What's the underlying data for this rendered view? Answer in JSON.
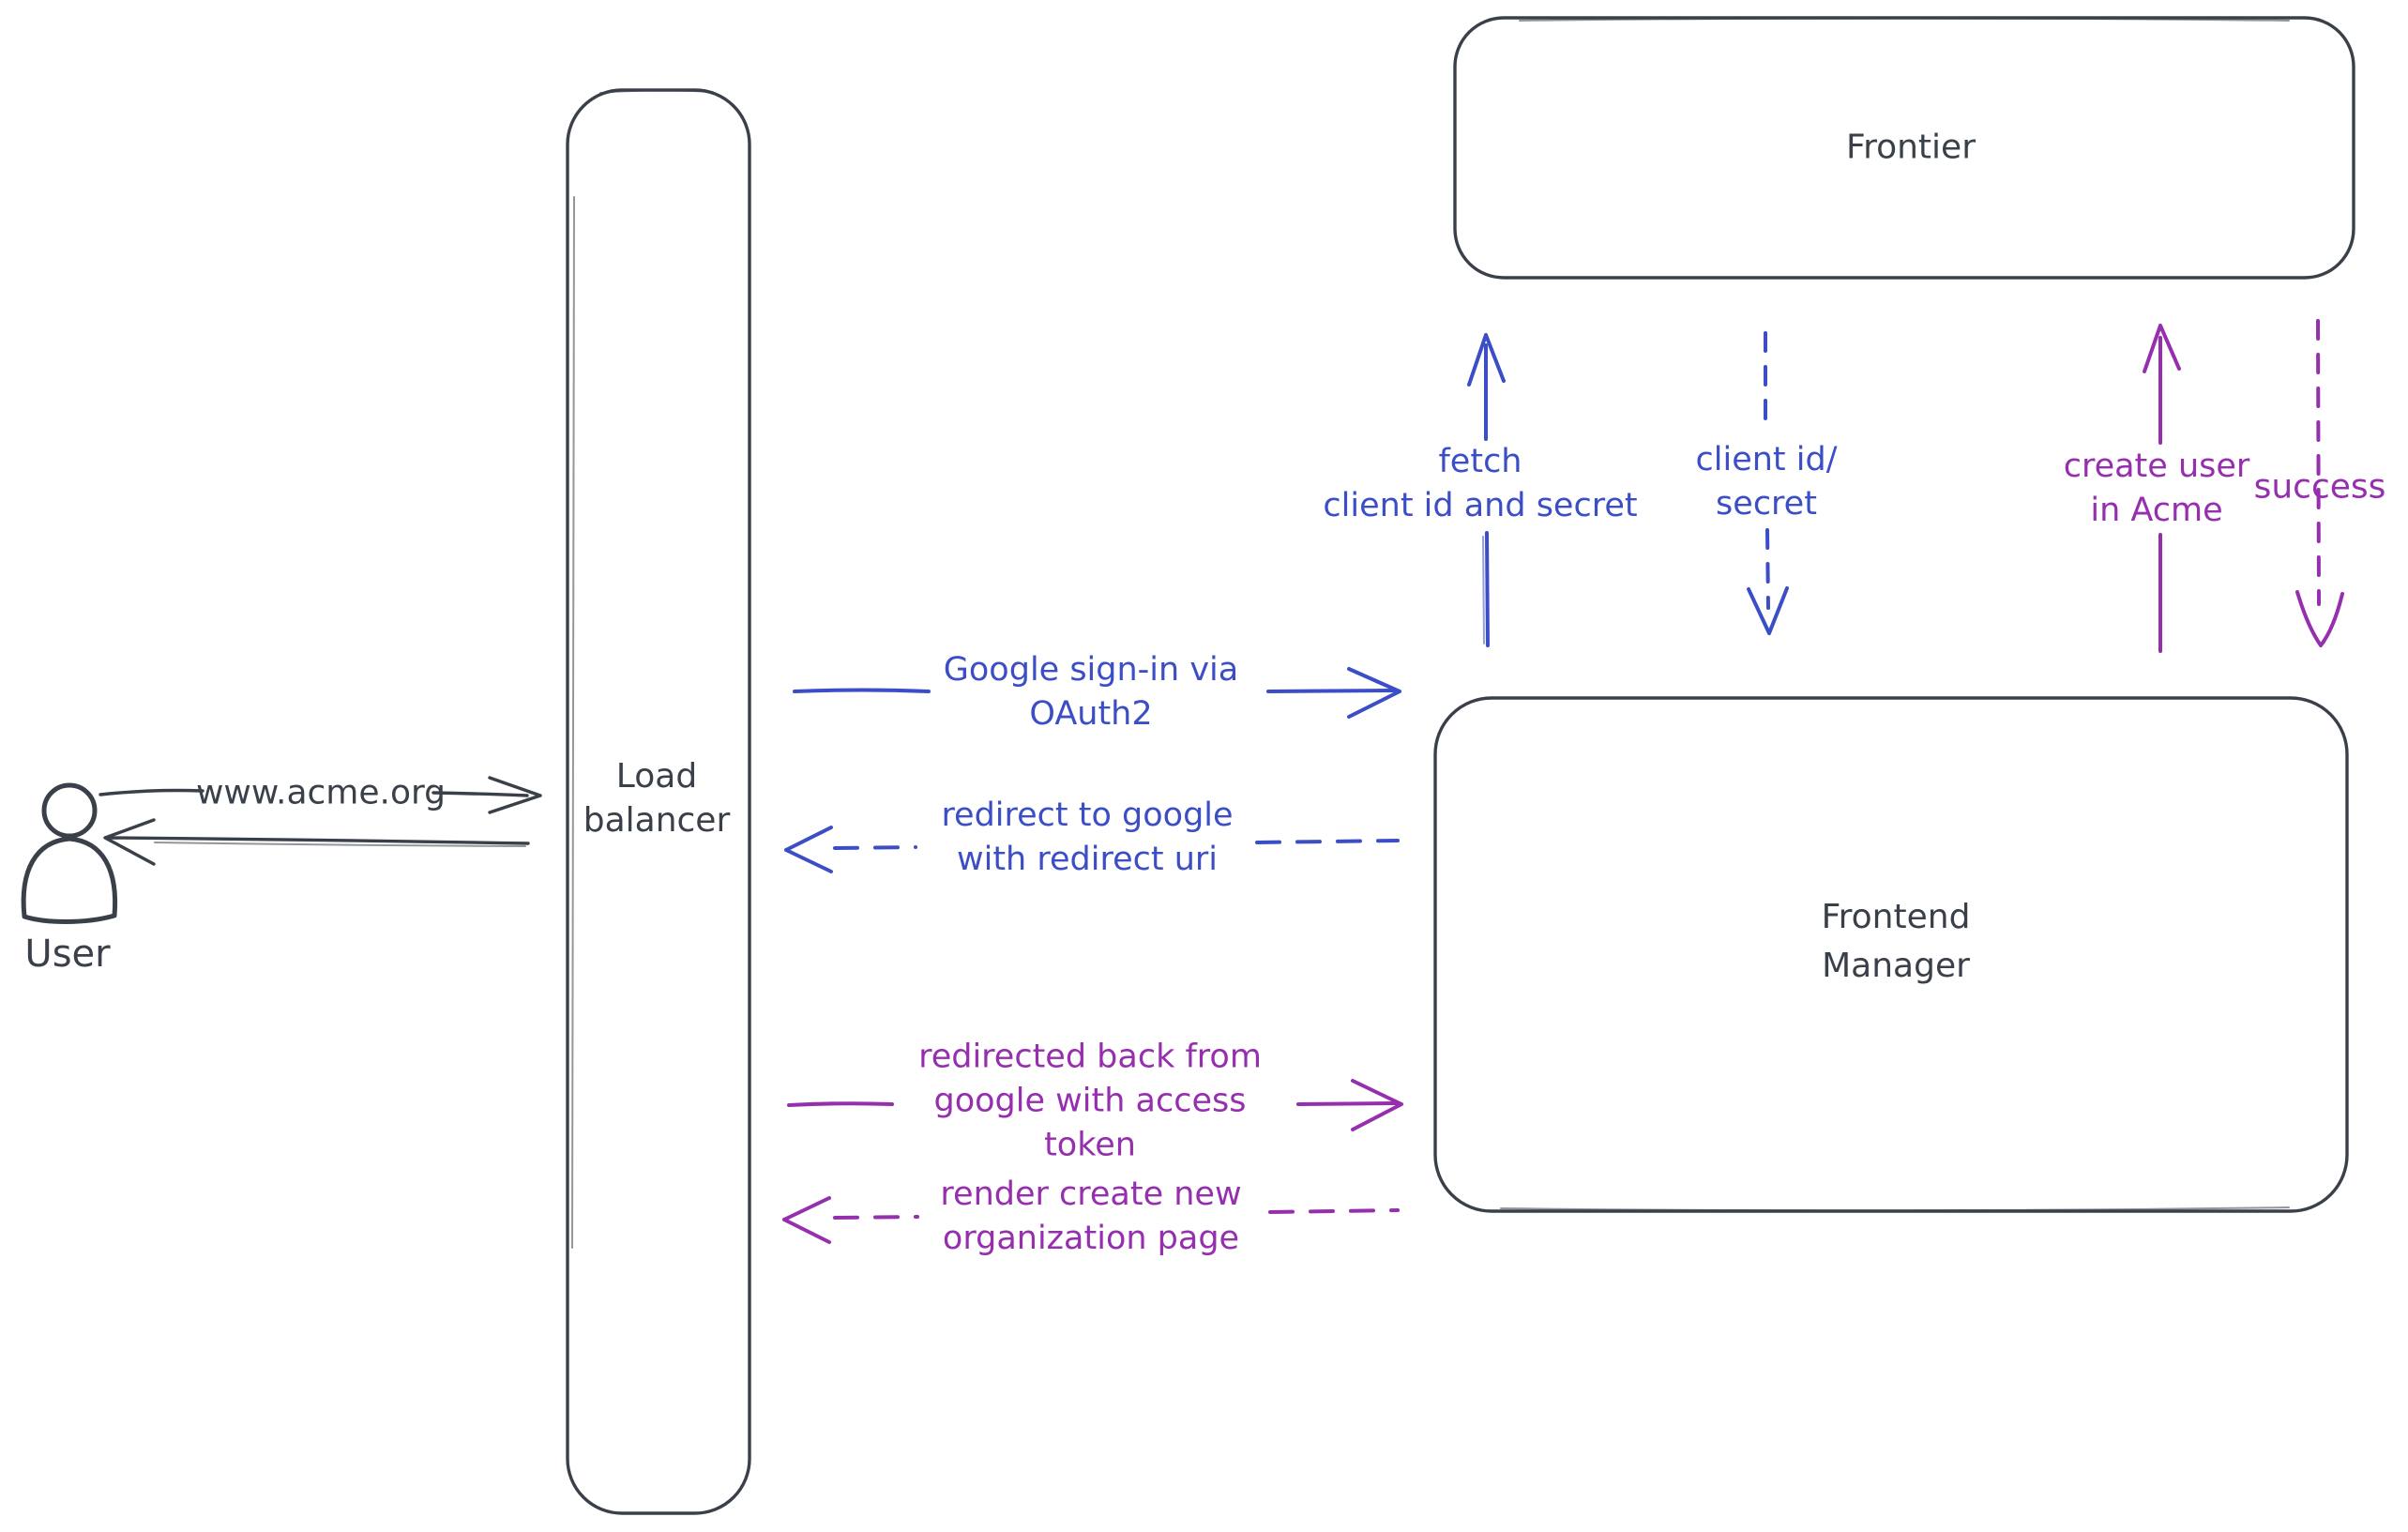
{
  "colors": {
    "ink": "#3a4049",
    "blue": "#3c4ec5",
    "purple": "#962fae",
    "hatch": "#ccd5df"
  },
  "nodes": {
    "user": {
      "label": "User"
    },
    "load_balancer": {
      "lines": [
        "Load",
        "balancer"
      ]
    },
    "frontier": {
      "label": "Frontier"
    },
    "frontend_manager": {
      "lines": [
        "Frontend",
        "Manager"
      ]
    }
  },
  "messages": {
    "www_acme": {
      "label": "www.acme.org",
      "from": "User",
      "to": "Load balancer",
      "style": "solid",
      "color": "ink"
    },
    "response": {
      "from": "Load balancer",
      "to": "User",
      "style": "solid",
      "color": "ink"
    },
    "google_signin": {
      "lines": [
        "Google sign-in via",
        "OAuth2"
      ],
      "from": "Load balancer",
      "to": "Frontend Manager",
      "style": "solid",
      "color": "blue"
    },
    "redirect_google": {
      "lines": [
        "redirect to google",
        "with redirect uri"
      ],
      "from": "Frontend Manager",
      "to": "Load balancer",
      "style": "dashed",
      "color": "blue"
    },
    "redirected_back": {
      "lines": [
        "redirected back from",
        "google with access",
        "token"
      ],
      "from": "Load balancer",
      "to": "Frontend Manager",
      "style": "solid",
      "color": "purple"
    },
    "render_org_page": {
      "lines": [
        "render create new",
        "organization page"
      ],
      "from": "Frontend Manager",
      "to": "Load balancer",
      "style": "dashed",
      "color": "purple"
    },
    "fetch_client": {
      "lines": [
        "fetch",
        "client id and secret"
      ],
      "from": "Frontend Manager",
      "to": "Frontier",
      "style": "solid",
      "color": "blue"
    },
    "client_id_secret": {
      "lines": [
        "client id/",
        "secret"
      ],
      "from": "Frontier",
      "to": "Frontend Manager",
      "style": "dashed",
      "color": "blue"
    },
    "create_user": {
      "lines": [
        "create user",
        "in Acme"
      ],
      "from": "Frontend Manager",
      "to": "Frontier",
      "style": "solid",
      "color": "purple"
    },
    "success": {
      "label": "success",
      "from": "Frontier",
      "to": "Frontend Manager",
      "style": "dashed",
      "color": "purple"
    }
  }
}
